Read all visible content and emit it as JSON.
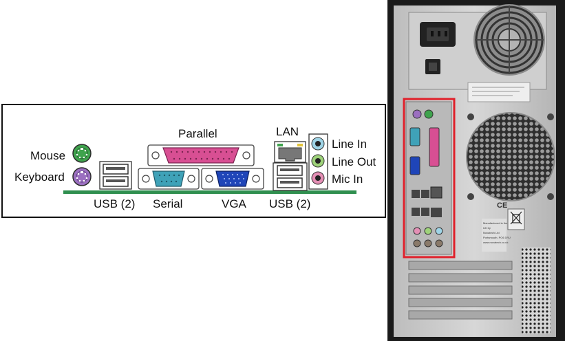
{
  "io_panel": {
    "labels": {
      "mouse": "Mouse",
      "keyboard": "Keyboard",
      "usb_left": "USB (2)",
      "parallel": "Parallel",
      "serial": "Serial",
      "vga": "VGA",
      "lan": "LAN",
      "usb_right": "USB (2)",
      "line_in": "Line In",
      "line_out": "Line Out",
      "mic_in": "Mic In"
    },
    "colors": {
      "mouse": "#3fa34d",
      "keyboard": "#9b6fc0",
      "parallel": "#d84f93",
      "serial": "#3fa2b8",
      "vga": "#1f45b8",
      "line_in": "#9fd4e6",
      "line_out": "#9ed27a",
      "mic_in": "#e48fb5",
      "board": "#2f8f4f"
    }
  },
  "tower": {
    "highlight_color": "#e0202a",
    "label_lines": [
      "Manufactured in the",
      "UK by",
      "Novatech Ltd",
      "Portsmouth, PO6 1RU",
      "www.novatech.co.uk"
    ]
  }
}
